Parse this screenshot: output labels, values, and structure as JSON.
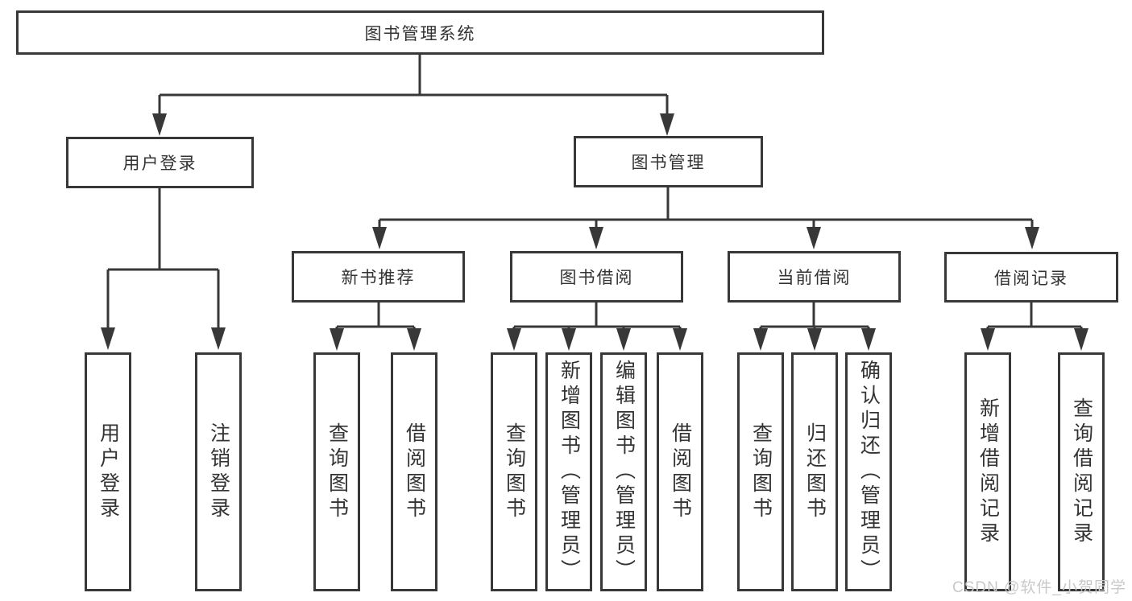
{
  "diagram": {
    "root": {
      "label": "图书管理系统"
    },
    "branches": {
      "user_login": {
        "label": "用户登录"
      },
      "book_management": {
        "label": "图书管理"
      }
    },
    "modules": {
      "new_book_recommend": {
        "label": "新书推荐"
      },
      "book_borrow": {
        "label": "图书借阅"
      },
      "current_borrow": {
        "label": "当前借阅"
      },
      "borrow_records": {
        "label": "借阅记录"
      }
    },
    "leaves": {
      "user_login": {
        "label": "用户登录"
      },
      "logout": {
        "label": "注销登录"
      },
      "recommend_query_book": {
        "label": "查询图书"
      },
      "recommend_borrow_book": {
        "label": "借阅图书"
      },
      "borrow_query_book": {
        "label": "查询图书"
      },
      "borrow_add_book": {
        "label": "新增图书（管理员）"
      },
      "borrow_edit_book": {
        "label": "编辑图书（管理员）"
      },
      "borrow_borrow_book": {
        "label": "借阅图书"
      },
      "current_query_book": {
        "label": "查询图书"
      },
      "current_return_book": {
        "label": "归还图书"
      },
      "current_confirm_return": {
        "label": "确认归还（管理员）"
      },
      "records_add_record": {
        "label": "新增借阅记录"
      },
      "records_query_record": {
        "label": "查询借阅记录"
      }
    }
  },
  "watermark": {
    "text": "CSDN @软件_小贺同学"
  },
  "colors": {
    "line": "#383838",
    "text": "#333333",
    "watermark": "#c9c9c9",
    "background": "#ffffff"
  }
}
